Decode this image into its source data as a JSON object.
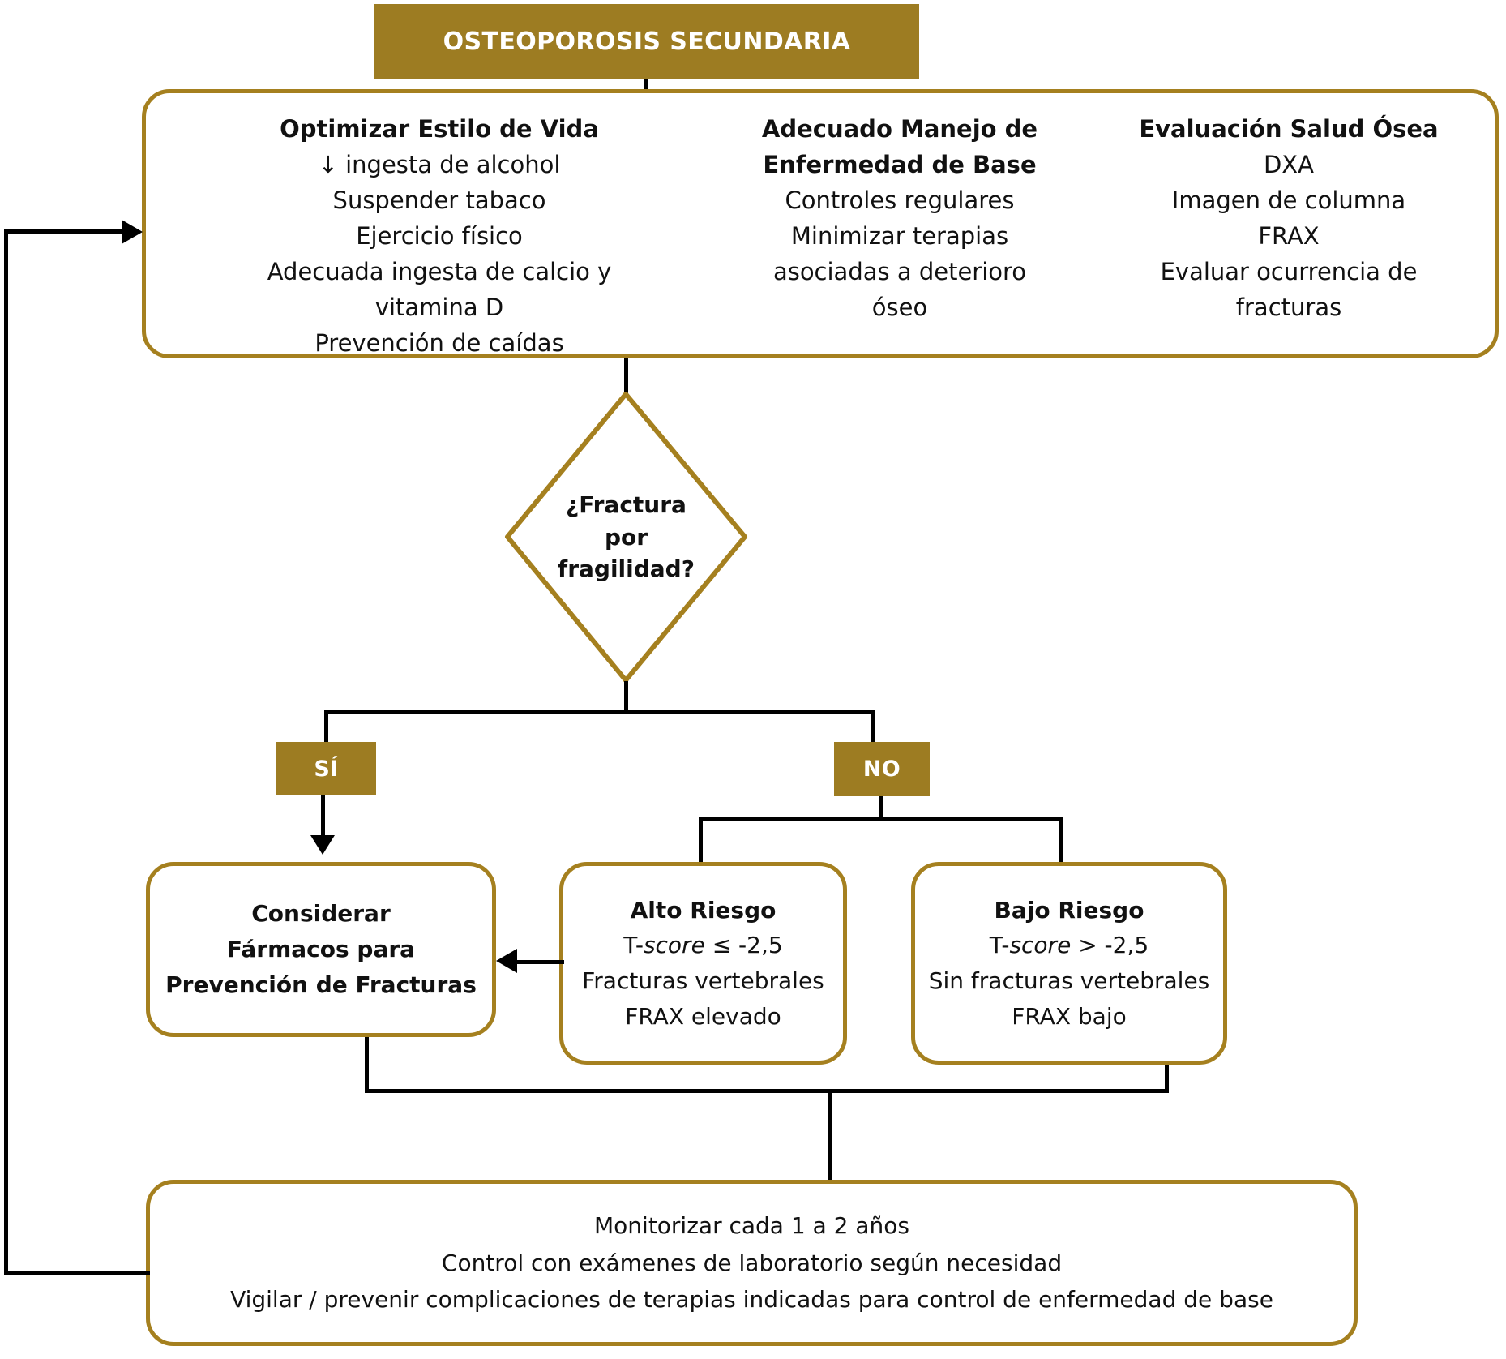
{
  "header": {
    "title": "OSTEOPOROSIS SECUNDARIA"
  },
  "colors": {
    "gold_fill": "#9d7c22",
    "gold_border": "#a5801f",
    "connector": "#000000",
    "text": "#111111",
    "header_text": "#ffffff"
  },
  "main_actions": {
    "lifestyle": {
      "heading": "Optimizar Estilo de Vida",
      "lines": [
        "↓ ingesta de alcohol",
        "Suspender tabaco",
        "Ejercicio físico",
        "Adecuada ingesta de calcio y",
        "vitamina D",
        "Prevención de caídas"
      ]
    },
    "disease": {
      "heading_line1": "Adecuado Manejo de",
      "heading_line2": "Enfermedad de Base",
      "lines": [
        "Controles regulares",
        "Minimizar  terapias",
        "asociadas a deterioro",
        "óseo"
      ]
    },
    "bone_health": {
      "heading": "Evaluación Salud Ósea",
      "lines": [
        "DXA",
        "Imagen de columna",
        "FRAX",
        "Evaluar ocurrencia de",
        "fracturas"
      ]
    }
  },
  "decision": {
    "line1": "¿Fractura",
    "line2": "por",
    "line3": "fragilidad?",
    "yes_label": "SÍ",
    "no_label": "NO"
  },
  "outcomes": {
    "consider": {
      "line1": "Considerar",
      "line2": "Fármacos para",
      "line3": "Prevención de Fracturas"
    },
    "high_risk": {
      "heading": "Alto Riesgo",
      "tscore_prefix": "T-",
      "tscore_italic": "score",
      "tscore_suffix": " ≤ -2,5",
      "line2": "Fracturas vertebrales",
      "line3": "FRAX elevado"
    },
    "low_risk": {
      "heading": "Bajo Riesgo",
      "tscore_prefix": "T-",
      "tscore_italic": "score",
      "tscore_suffix": " > -2,5",
      "line2": "Sin fracturas vertebrales",
      "line3": "FRAX bajo"
    }
  },
  "monitoring": {
    "line1": "Monitorizar cada 1 a 2 años",
    "line2": "Control con exámenes de laboratorio según necesidad",
    "line3": "Vigilar / prevenir complicaciones de terapias indicadas para control de enfermedad de base"
  },
  "chart_data": {
    "type": "diagram",
    "title": "OSTEOPOROSIS SECUNDARIA",
    "nodes": [
      {
        "id": "root",
        "label": "OSTEOPOROSIS SECUNDARIA",
        "shape": "banner"
      },
      {
        "id": "actions",
        "label": "Optimizar Estilo de Vida / Adecuado Manejo de Enfermedad de Base / Evaluación Salud Ósea",
        "shape": "rounded-rect"
      },
      {
        "id": "decision",
        "label": "¿Fractura por fragilidad?",
        "shape": "diamond"
      },
      {
        "id": "si",
        "label": "SÍ",
        "shape": "chip"
      },
      {
        "id": "no",
        "label": "NO",
        "shape": "chip"
      },
      {
        "id": "consider",
        "label": "Considerar Fármacos para Prevención de Fracturas",
        "shape": "rounded-rect"
      },
      {
        "id": "high",
        "label": "Alto Riesgo",
        "shape": "rounded-rect"
      },
      {
        "id": "low",
        "label": "Bajo Riesgo",
        "shape": "rounded-rect"
      },
      {
        "id": "monitor",
        "label": "Monitorizar cada 1 a 2 años",
        "shape": "rounded-rect"
      }
    ],
    "edges": [
      {
        "from": "root",
        "to": "actions"
      },
      {
        "from": "actions",
        "to": "decision"
      },
      {
        "from": "decision",
        "to": "si"
      },
      {
        "from": "decision",
        "to": "no"
      },
      {
        "from": "si",
        "to": "consider"
      },
      {
        "from": "no",
        "to": "high"
      },
      {
        "from": "no",
        "to": "low"
      },
      {
        "from": "high",
        "to": "consider"
      },
      {
        "from": "consider",
        "to": "monitor"
      },
      {
        "from": "low",
        "to": "monitor"
      },
      {
        "from": "monitor",
        "to": "actions",
        "style": "feedback-loop"
      }
    ]
  }
}
